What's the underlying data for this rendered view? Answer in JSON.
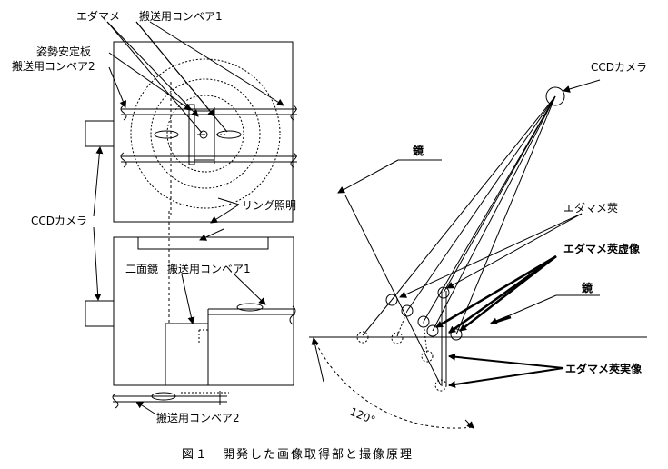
{
  "labels": {
    "edamame": "エダマメ",
    "conveyor1_top": "搬送用コンベア1",
    "stabilizer": "姿勢安定板",
    "conveyor2_top": "搬送用コンベア2",
    "ccd_camera_left": "CCDカメラ",
    "ring_light": "リング照明",
    "twin_mirror": "二面鏡",
    "conveyor1_bottom": "搬送用コンベア1",
    "conveyor2_bottom": "搬送用コンベア2",
    "ccd_camera_right": "CCDカメラ",
    "mirror_upper": "鏡",
    "pod": "エダマメ莢",
    "pod_virtual": "エダマメ莢虚像",
    "mirror_lower": "鏡",
    "pod_real": "エダマメ莢実像",
    "angle": "120°"
  },
  "caption": "図１　開発した画像取得部と撮像原理"
}
